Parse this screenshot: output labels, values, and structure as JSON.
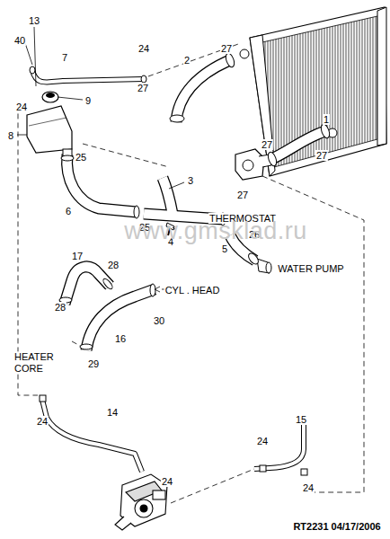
{
  "diagram": {
    "labels": [
      "13",
      "40",
      "7",
      "24",
      "2",
      "27",
      "27",
      "9",
      "24",
      "8",
      "25",
      "1",
      "27",
      "27",
      "3",
      "27",
      "THERMOSTAT",
      "6",
      "25",
      "4",
      "5",
      "26",
      "WATER PUMP",
      "17",
      "28",
      "28",
      "CYL . HEAD",
      "30",
      "16",
      "HEATER CORE",
      "29",
      "24",
      "14",
      "15",
      "24",
      "24",
      "24",
      "RT2231 04/17/2006",
      "www.gmsklad.ru"
    ]
  }
}
